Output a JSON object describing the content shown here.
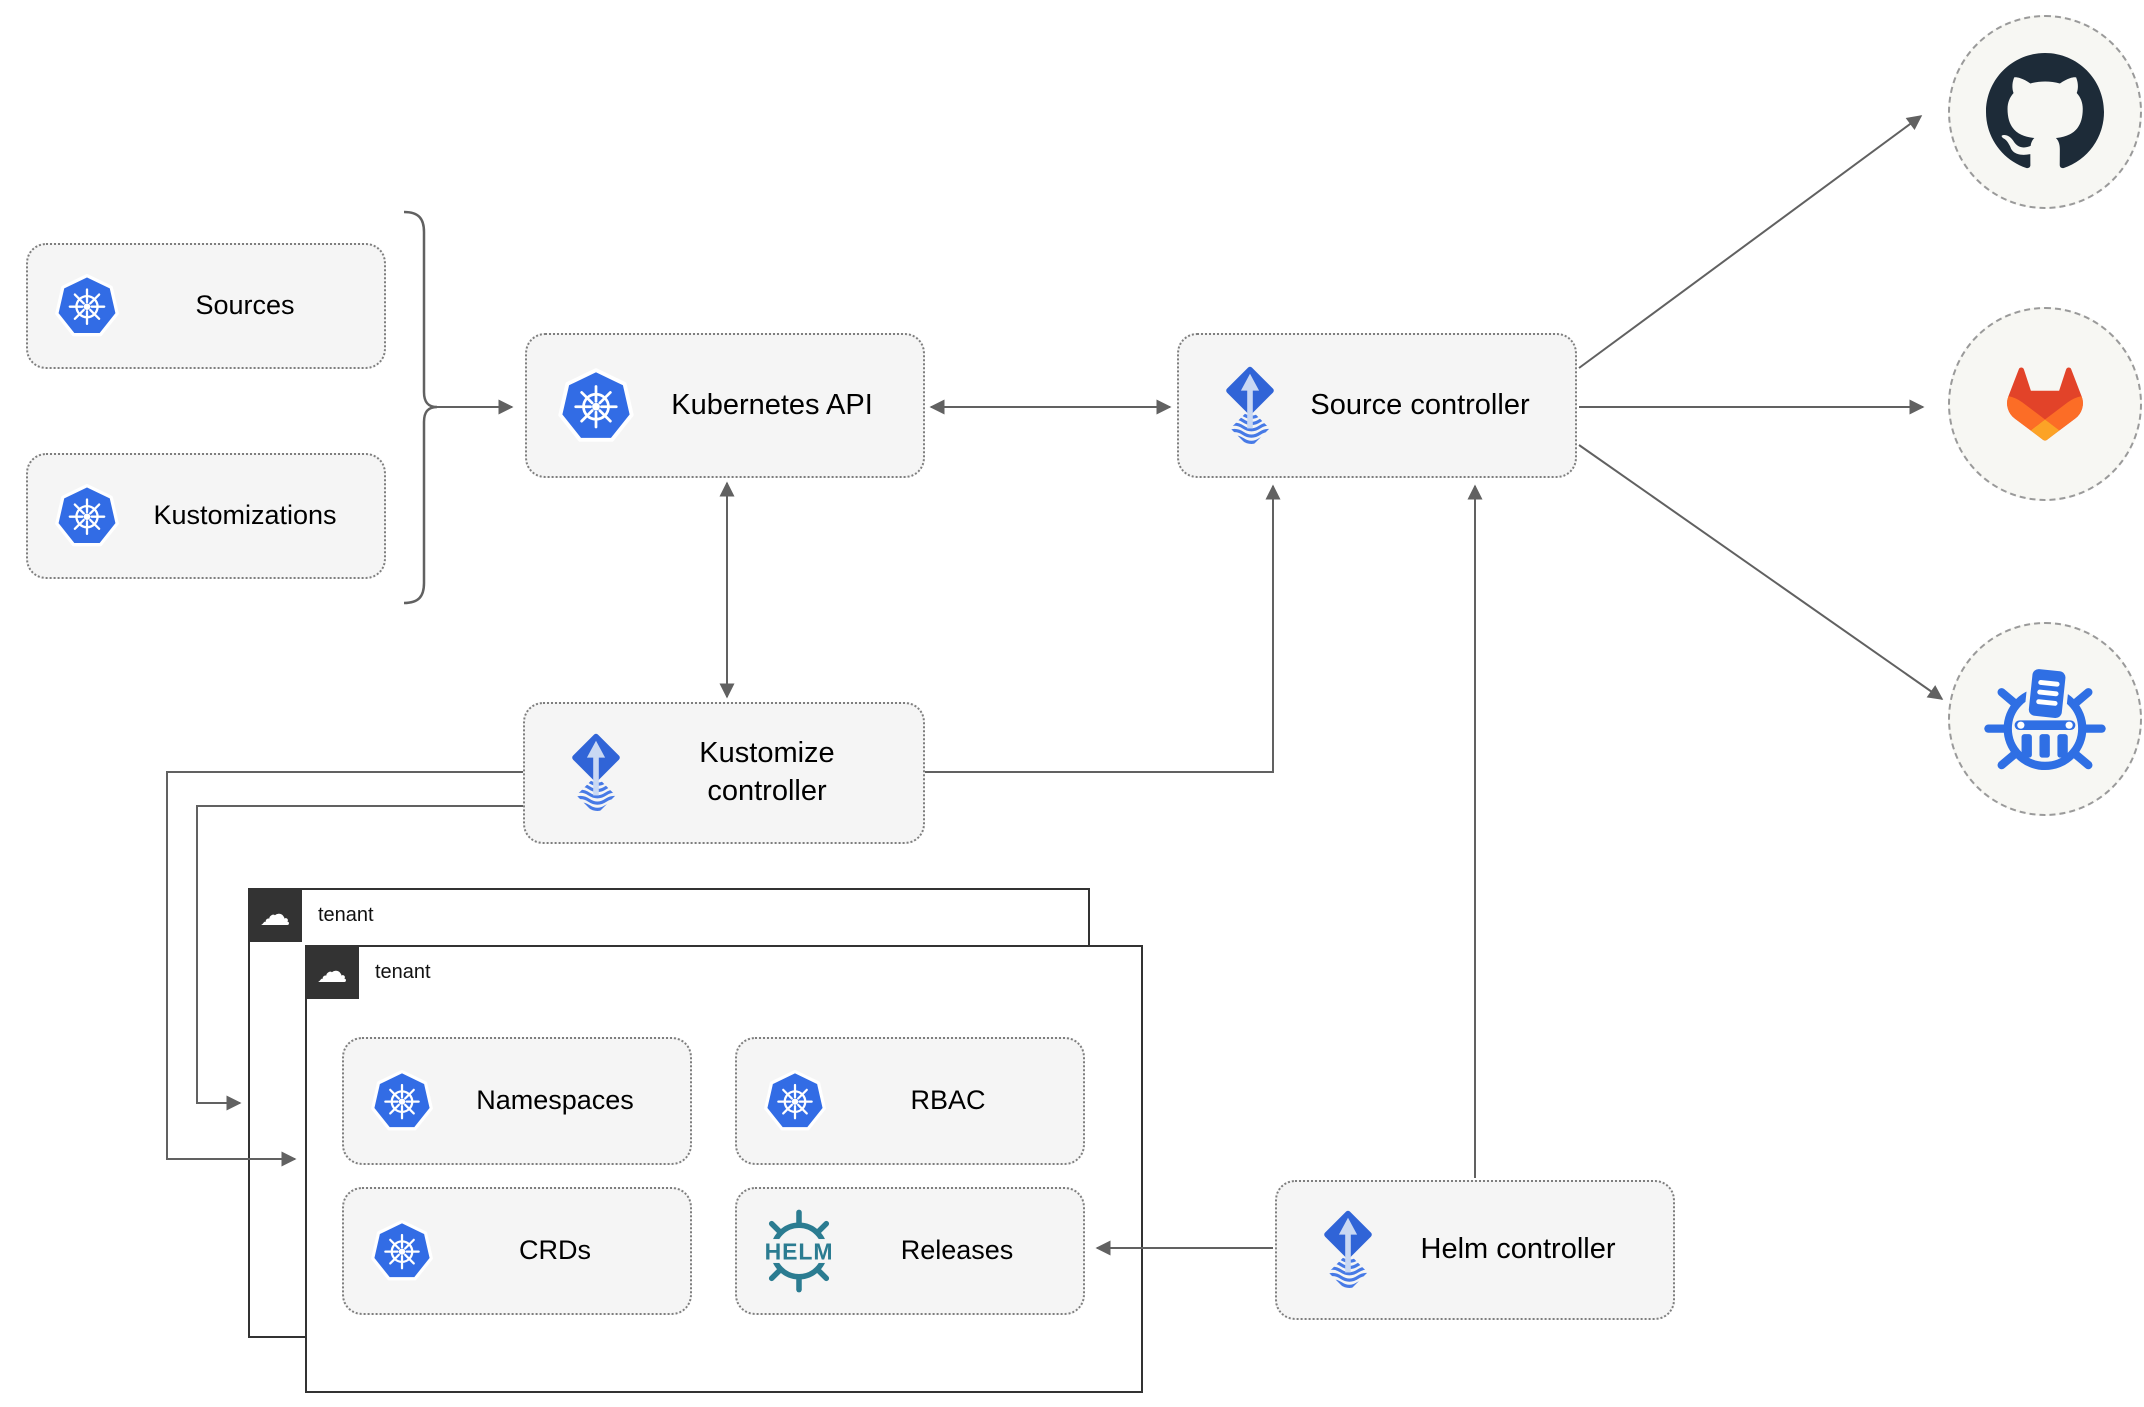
{
  "nodes": {
    "sources": {
      "label": "Sources"
    },
    "kustomizations": {
      "label": "Kustomizations"
    },
    "kubernetes_api": {
      "label": "Kubernetes API"
    },
    "source_controller": {
      "label": "Source controller"
    },
    "kustomize_controller": {
      "label": "Kustomize controller"
    },
    "helm_controller": {
      "label": "Helm controller"
    },
    "outer_tenant": {
      "label": "tenant"
    },
    "inner_tenant": {
      "label": "tenant"
    },
    "namespaces": {
      "label": "Namespaces"
    },
    "rbac": {
      "label": "RBAC"
    },
    "crds": {
      "label": "CRDs"
    },
    "releases": {
      "label": "Releases"
    }
  },
  "logos": {
    "helm_text": "HELM",
    "cloud_glyph": "☁"
  },
  "icons": {
    "kubernetes": "kubernetes-icon",
    "flux": "flux-icon",
    "helm": "helm-icon",
    "cloud": "cloud-icon",
    "github": "github-icon",
    "gitlab": "gitlab-icon",
    "chart_repository": "chartmuseum-icon"
  },
  "colors": {
    "kubernetes_blue": "#326ce5",
    "flux_blue": "#3064d7",
    "flux_arrow": "#c9d8f3",
    "helm_teal": "#2b7c91",
    "github_dark": "#1d2b38",
    "gitlab_red": "#e24329",
    "gitlab_orange": "#fc6d26",
    "gitlab_amber": "#fca326",
    "chartmuseum_blue": "#2f6fe4",
    "box_fill": "#f5f5f5",
    "box_border": "#7e7e7e",
    "tenant_border": "#333333",
    "connector_gray": "#616161"
  },
  "edges": [
    {
      "from": "sources / kustomizations",
      "to": "kubernetes_api",
      "type": "arrow"
    },
    {
      "from": "kubernetes_api",
      "to": "source_controller",
      "type": "double-arrow"
    },
    {
      "from": "kubernetes_api",
      "to": "kustomize_controller",
      "type": "double-arrow"
    },
    {
      "from": "kustomize_controller",
      "to": "source_controller",
      "type": "arrow"
    },
    {
      "from": "kustomize_controller",
      "to": "outer_tenant",
      "type": "arrow"
    },
    {
      "from": "kustomize_controller",
      "to": "inner_tenant",
      "type": "arrow"
    },
    {
      "from": "helm_controller",
      "to": "source_controller",
      "type": "arrow"
    },
    {
      "from": "helm_controller",
      "to": "releases",
      "type": "arrow"
    },
    {
      "from": "source_controller",
      "to": "github",
      "type": "arrow"
    },
    {
      "from": "source_controller",
      "to": "gitlab",
      "type": "arrow"
    },
    {
      "from": "source_controller",
      "to": "chart_repository",
      "type": "arrow"
    }
  ]
}
